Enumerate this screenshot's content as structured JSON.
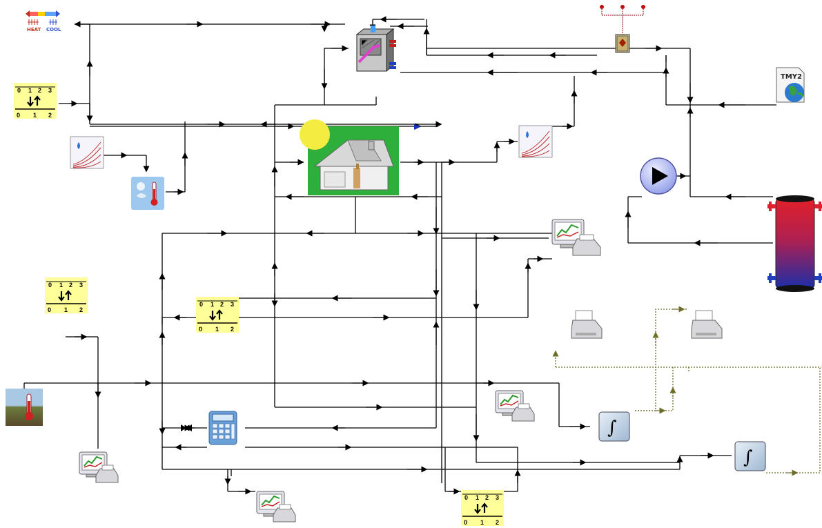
{
  "diagram": {
    "type": "simulation-flowsheet",
    "colors": {
      "wire": "#000000",
      "control_wire": "#6e6e2a",
      "scale_bg": "#ffff99",
      "house_bg": "#2eae3a",
      "pump_fill": "#b8c4f4",
      "tank_hot": "#e0202a",
      "tank_cold": "#1c2ea8",
      "integrator_fill": "#c9d9ea"
    },
    "legend": {
      "heat_label": "HEAT",
      "cool_label": "COOL"
    },
    "weather": {
      "label": "TMY2"
    },
    "scale_labels": {
      "top": [
        "0",
        "1",
        "2",
        "3"
      ],
      "bottom": [
        "0",
        "1",
        "2"
      ]
    },
    "components": [
      {
        "name": "heat-cool-legend-icon"
      },
      {
        "name": "schedule-forcing-function-1"
      },
      {
        "name": "psychrometrics-1"
      },
      {
        "name": "sky-temperature-icon"
      },
      {
        "name": "air-handler-icon"
      },
      {
        "name": "building-house-icon"
      },
      {
        "name": "psychrometrics-2"
      },
      {
        "name": "controller-icon"
      },
      {
        "name": "weather-tmy2-icon"
      },
      {
        "name": "pump-icon"
      },
      {
        "name": "storage-tank-icon"
      },
      {
        "name": "online-plotter-1"
      },
      {
        "name": "schedule-forcing-function-2"
      },
      {
        "name": "schedule-forcing-function-3"
      },
      {
        "name": "printer-1"
      },
      {
        "name": "printer-2"
      },
      {
        "name": "ground-temperature-icon"
      },
      {
        "name": "calculator-icon"
      },
      {
        "name": "online-plotter-2"
      },
      {
        "name": "integrator-1"
      },
      {
        "name": "integrator-2"
      },
      {
        "name": "online-plotter-3"
      },
      {
        "name": "online-plotter-4"
      },
      {
        "name": "schedule-forcing-function-4"
      }
    ]
  }
}
